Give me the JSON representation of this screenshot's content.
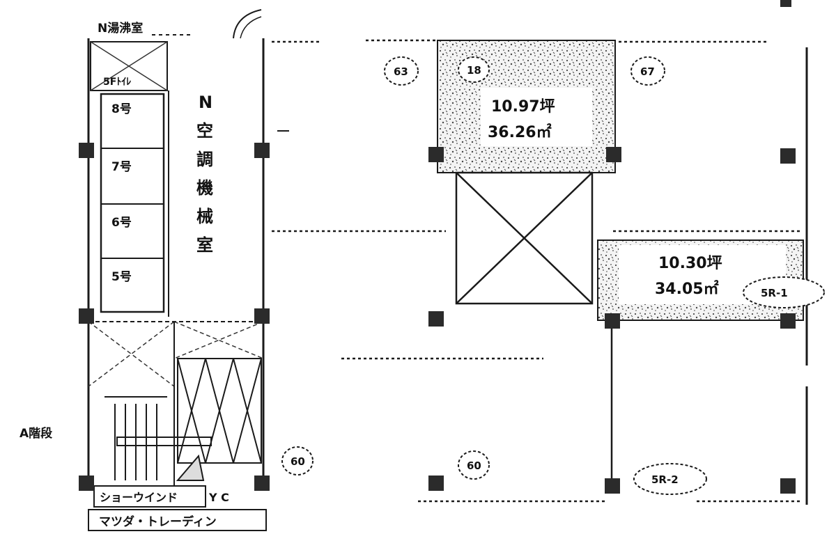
{
  "top_label": "N湯沸室",
  "core": {
    "small_room": "5Fﾄｲﾚ",
    "elevators": [
      "8号",
      "7号",
      "6号",
      "5号"
    ],
    "machine_room": [
      "N",
      "空",
      "調",
      "機",
      "械",
      "室"
    ]
  },
  "stair_label": "A階段",
  "showwindow_label": "ショーウインド",
  "yc_label": "Y C",
  "tenant_sign": "マツダ・トレーディン",
  "bubbles": {
    "b1": "63",
    "b2": "18",
    "b3": "67",
    "b4": "60",
    "b5": "60",
    "b6": "5R-1",
    "b7": "5R-2"
  },
  "rooms": {
    "room1": {
      "tsubo": "10.97坪",
      "area": "36.26㎡"
    },
    "room2": {
      "tsubo": "10.30坪",
      "area": "34.05㎡"
    }
  },
  "colors": {
    "line": "#1a1a1a",
    "column": "#2b2b2b",
    "hatch": "#555555"
  }
}
